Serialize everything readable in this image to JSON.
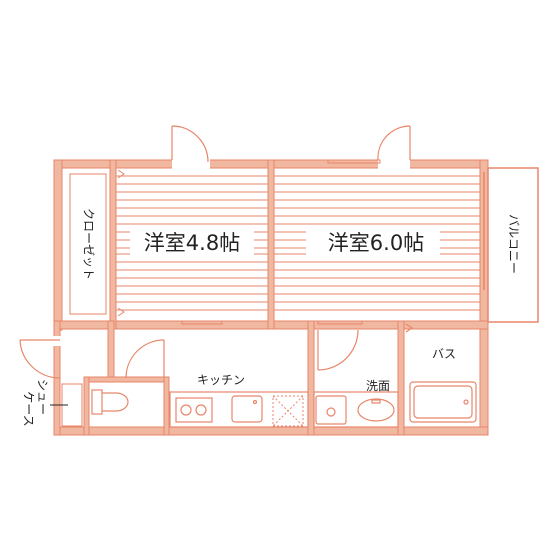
{
  "colors": {
    "wall": "#f0b8a0",
    "line": "#e8866a",
    "background": "#ffffff",
    "text": "#222222"
  },
  "rooms": {
    "western_room_1": "洋室4.8帖",
    "western_room_2": "洋室6.0帖",
    "closet": "クローゼット",
    "balcony": "バルコニー",
    "bath": "バス",
    "kitchen": "キッチン",
    "washroom": "洗面",
    "shoe_case_line1": "シュー",
    "shoe_case_line2": "ケース"
  }
}
